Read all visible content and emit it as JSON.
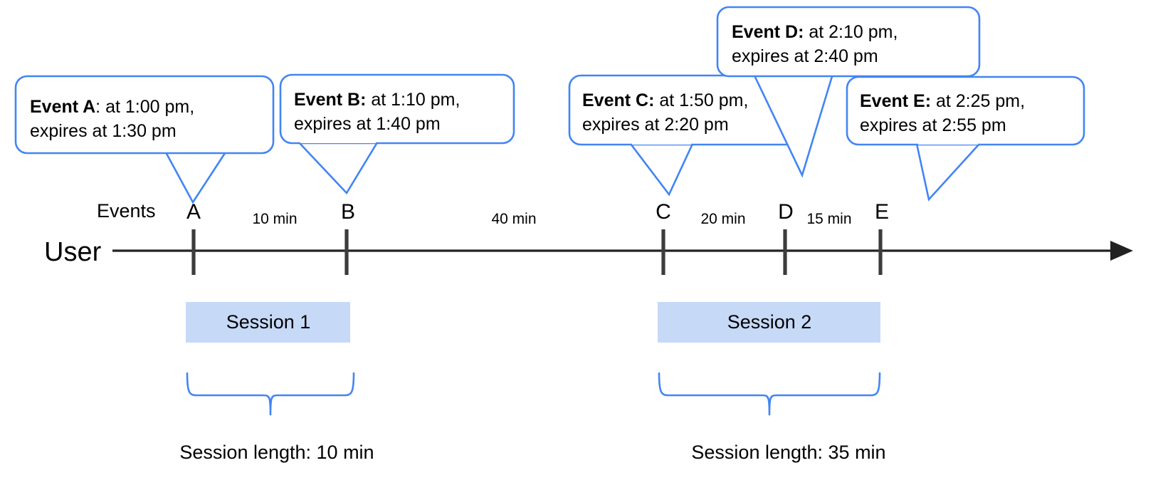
{
  "diagram": {
    "title_row_label": "Events",
    "lane_label": "User",
    "accent_color": "#4285f4",
    "session_fill": "#c6d9f7",
    "tick_color": "#3c3c3c",
    "axis_color": "#222222"
  },
  "events": [
    {
      "id": "A",
      "marker": "A",
      "bold": "Event A",
      "sep": ": ",
      "line1_rest": "at 1:00 pm,",
      "line2": "expires at 1:30 pm",
      "at": "1:00 pm",
      "expires": "1:30 pm"
    },
    {
      "id": "B",
      "marker": "B",
      "bold": "Event B:",
      "sep": " ",
      "line1_rest": "at 1:10 pm,",
      "line2": "expires at 1:40 pm",
      "at": "1:10 pm",
      "expires": "1:40 pm"
    },
    {
      "id": "C",
      "marker": "C",
      "bold": "Event C:",
      "sep": " ",
      "line1_rest": "at 1:50 pm,",
      "line2": "expires at 2:20 pm",
      "at": "1:50 pm",
      "expires": "2:20 pm"
    },
    {
      "id": "D",
      "marker": "D",
      "bold": "Event D:",
      "sep": " ",
      "line1_rest": "at 2:10 pm,",
      "line2": "expires at 2:40 pm",
      "at": "2:10 pm",
      "expires": "2:40 pm"
    },
    {
      "id": "E",
      "marker": "E",
      "bold": "Event E:",
      "sep": " ",
      "line1_rest": "at 2:25 pm,",
      "line2": "expires at 2:55 pm",
      "at": "2:25 pm",
      "expires": "2:55 pm"
    }
  ],
  "gaps": [
    {
      "from": "A",
      "to": "B",
      "label": "10 min"
    },
    {
      "from": "B",
      "to": "C",
      "label": "40 min"
    },
    {
      "from": "C",
      "to": "D",
      "label": "20 min"
    },
    {
      "from": "D",
      "to": "E",
      "label": "15 min"
    }
  ],
  "sessions": [
    {
      "name": "Session 1",
      "length_label": "Session length: 10 min"
    },
    {
      "name": "Session 2",
      "length_label": "Session length: 35 min"
    }
  ],
  "chart_data": {
    "type": "timeline",
    "title": "",
    "xlabel": "",
    "ylabel": "User",
    "markers": [
      "A",
      "B",
      "C",
      "D",
      "E"
    ],
    "event_times": [
      "1:00 pm",
      "1:10 pm",
      "1:50 pm",
      "2:10 pm",
      "2:25 pm"
    ],
    "expiry_times": [
      "1:30 pm",
      "1:40 pm",
      "2:20 pm",
      "2:40 pm",
      "2:55 pm"
    ],
    "gaps_minutes": [
      10,
      40,
      20,
      15
    ],
    "gap_labels": [
      "10 min",
      "40 min",
      "20 min",
      "15 min"
    ],
    "sessions": [
      {
        "name": "Session 1",
        "start_marker": "A",
        "end_marker": "B",
        "length_minutes": 10
      },
      {
        "name": "Session 2",
        "start_marker": "C",
        "end_marker": "E",
        "length_minutes": 35
      }
    ]
  }
}
